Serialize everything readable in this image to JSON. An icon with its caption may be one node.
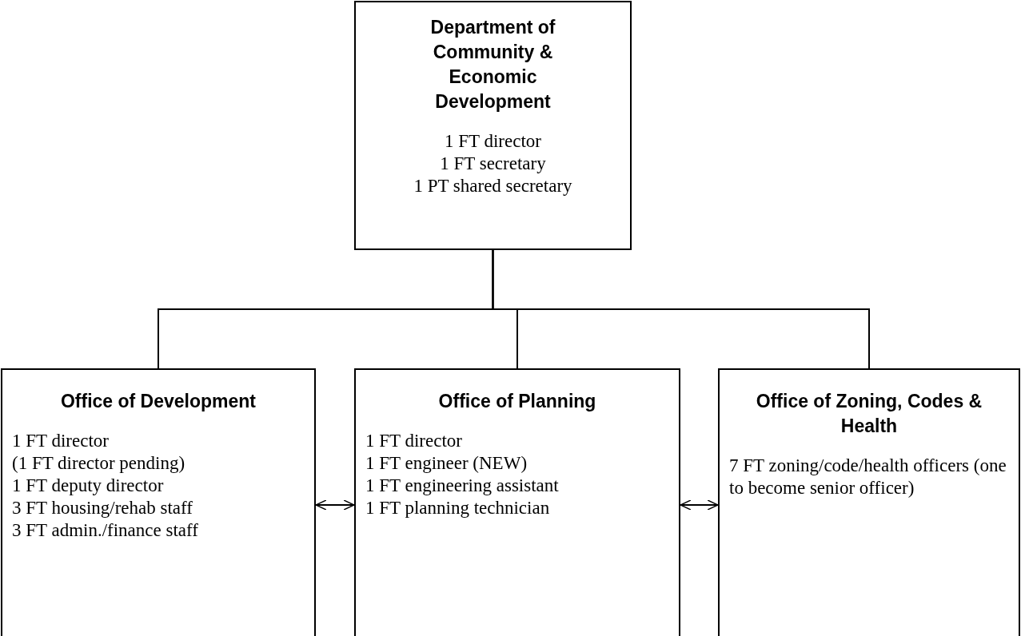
{
  "diagram": {
    "nodes": [
      {
        "text": [
          "Department of Community & Economic Development",
          "1 FT director",
          "1 FT secretary",
          "1 PT shared secretary"
        ]
      },
      {
        "text": [
          "Office of Development",
          "1 FT director",
          "(1 FT director pending)",
          "1 FT deputy director",
          "3 FT housing/rehab staff",
          "3 FT admin./finance staff"
        ]
      },
      {
        "text": [
          "Office of Planning",
          "1 FT director",
          "1 FT engineer (NEW)",
          "1 FT engineering assistant",
          "1 FT planning technician"
        ]
      },
      {
        "text": [
          "Office of Zoning, Codes & Health",
          "7 FT zoning/code/health officers (one to become senior officer)"
        ]
      }
    ],
    "edges": [
      {
        "from": 0,
        "to": 1,
        "arrow": "none"
      },
      {
        "from": 0,
        "to": 2,
        "arrow": "none"
      },
      {
        "from": 0,
        "to": 3,
        "arrow": "none"
      },
      {
        "from": 1,
        "to": 2,
        "arrow": "both"
      },
      {
        "from": 2,
        "to": 3,
        "arrow": "both"
      }
    ]
  }
}
